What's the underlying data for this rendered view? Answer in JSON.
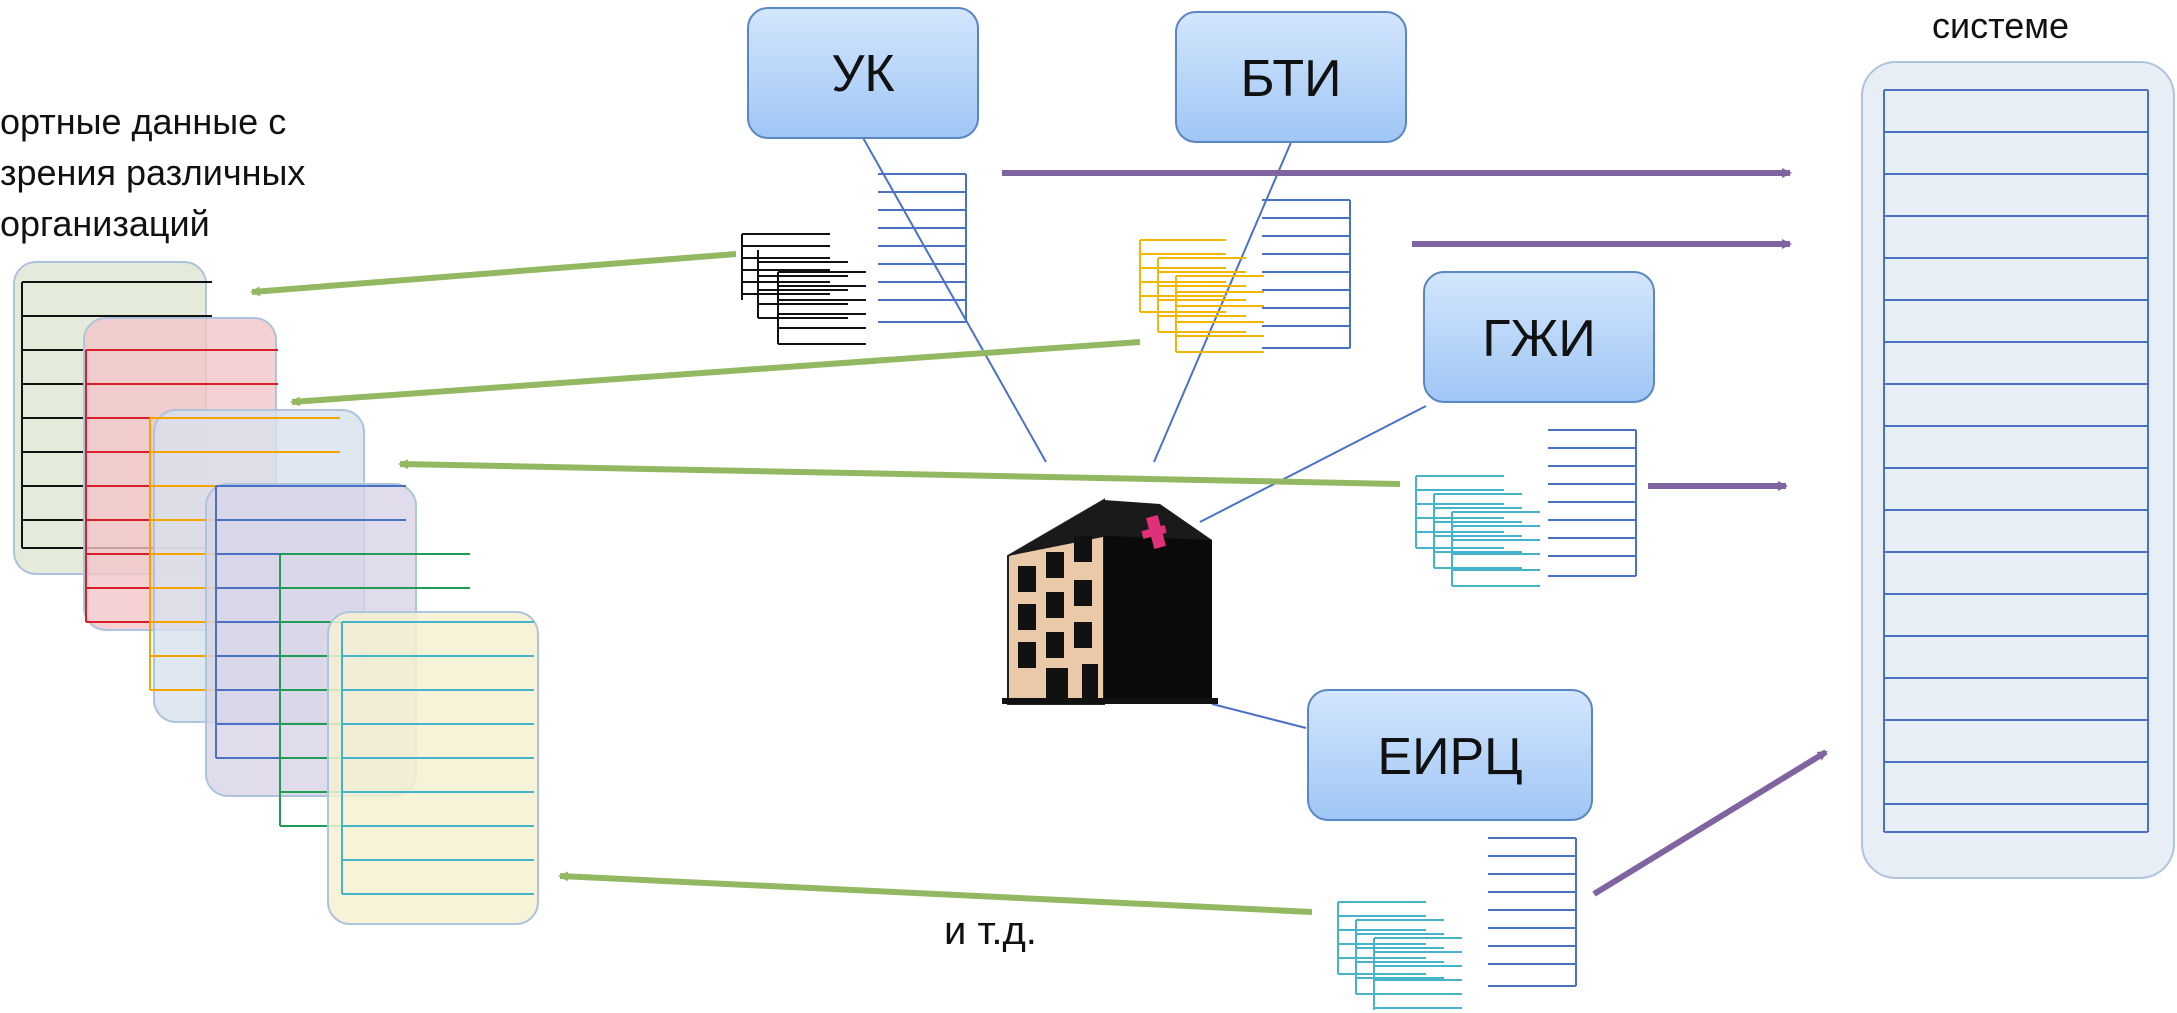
{
  "caption_top_right": "системе",
  "caption_left": [
    "ортные данные с",
    "зрения различных",
    "организаций"
  ],
  "caption_bottom": "и т.д.",
  "organizations": [
    "УК",
    "БТИ",
    "ГЖИ",
    "ЕИРЦ"
  ],
  "building_icon": "office-building-icon",
  "colors": {
    "org_box_top": "#d3e6fd",
    "org_box_bottom": "#9fc6f5",
    "org_box_border": "#5b86c4",
    "doc_blue": "#4a72c4",
    "doc_black": "#111111",
    "doc_yellow": "#f2b705",
    "doc_teal": "#46b4c8",
    "arrow_green": "#93b862",
    "arrow_purple": "#8064a2",
    "sheet_green": "#dfe8d4",
    "sheet_red": "#f3c5c8",
    "sheet_blue": "#d7e1ee",
    "sheet_purple": "#d8d3e6",
    "sheet_yellow": "#f4f1d2",
    "line_red": "#d8202a",
    "line_orange": "#f2a400",
    "line_green": "#1f9d55"
  }
}
